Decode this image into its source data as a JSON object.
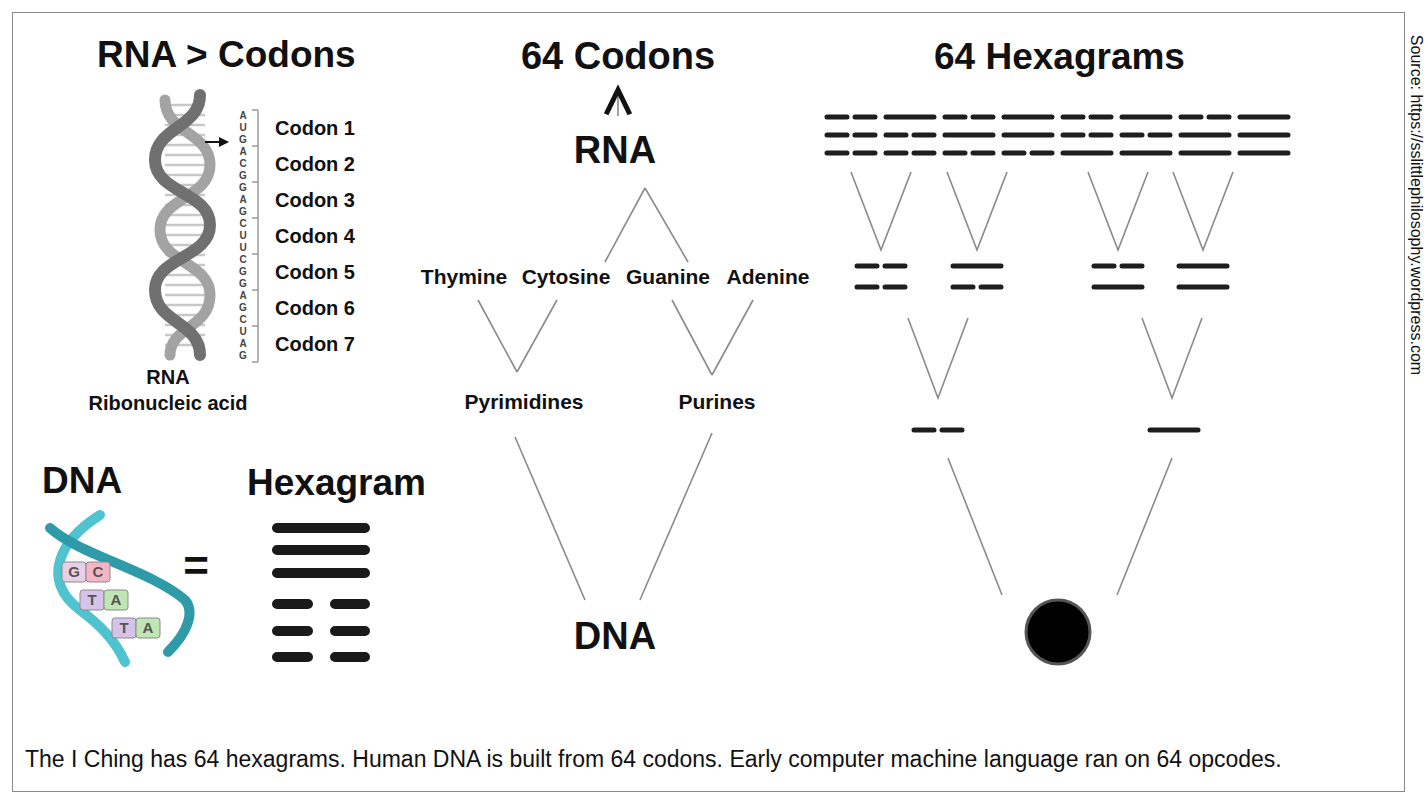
{
  "diagram": {
    "caption": "The I Ching has 64 hexagrams. Human DNA is built from 64 codons. Early computer machine language ran on 64 opcodes.",
    "nodes": [
      {
        "text": [
          "64 Codons"
        ]
      },
      {
        "text": [
          "RNA"
        ]
      },
      {
        "text": [
          "Thymine"
        ]
      },
      {
        "text": [
          "Cytosine"
        ]
      },
      {
        "text": [
          "Guanine"
        ]
      },
      {
        "text": [
          "Adenine"
        ]
      },
      {
        "text": [
          "Pyrimidines"
        ]
      },
      {
        "text": [
          "Purines"
        ]
      },
      {
        "text": [
          "DNA"
        ]
      }
    ],
    "edges": [
      {
        "from": 1,
        "to": 0,
        "arrow": "to"
      },
      {
        "from": 1,
        "to": 3,
        "arrow": "none"
      },
      {
        "from": 1,
        "to": 4,
        "arrow": "none"
      },
      {
        "from": 6,
        "to": 2,
        "arrow": "none"
      },
      {
        "from": 6,
        "to": 3,
        "arrow": "none"
      },
      {
        "from": 7,
        "to": 4,
        "arrow": "none"
      },
      {
        "from": 7,
        "to": 5,
        "arrow": "none"
      },
      {
        "from": 8,
        "to": 6,
        "arrow": "none"
      },
      {
        "from": 8,
        "to": 7,
        "arrow": "none"
      }
    ],
    "labels": [
      "RNA > Codons",
      "Codon 1",
      "Codon 2",
      "Codon 3",
      "Codon 4",
      "Codon 5",
      "Codon 6",
      "Codon 7",
      "A",
      "U",
      "G",
      "A",
      "C",
      "G",
      "G",
      "A",
      "G",
      "C",
      "U",
      "U",
      "C",
      "G",
      "G",
      "A",
      "G",
      "C",
      "U",
      "A",
      "G",
      "RNA",
      "Ribonucleic acid",
      "DNA",
      "=",
      "Hexagram",
      "G",
      "C",
      "T",
      "A",
      "T",
      "A",
      "64 Hexagrams",
      "Source: https://sslittlephilosophy.wordpress.com"
    ]
  }
}
